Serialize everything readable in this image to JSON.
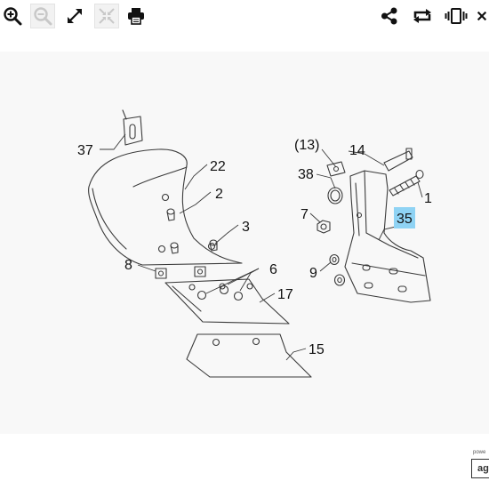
{
  "toolbar": {
    "left": [
      {
        "name": "zoom-in",
        "icon": "zoom-in-icon",
        "enabled": true
      },
      {
        "name": "zoom-out",
        "icon": "zoom-out-icon",
        "enabled": false
      },
      {
        "name": "fullscreen",
        "icon": "expand-icon",
        "enabled": true
      },
      {
        "name": "fit",
        "icon": "fit-icon",
        "enabled": false
      },
      {
        "name": "print",
        "icon": "print-icon",
        "enabled": true
      }
    ],
    "right": [
      {
        "name": "share",
        "icon": "share-icon",
        "enabled": true
      },
      {
        "name": "rotate",
        "icon": "rotate-icon",
        "enabled": true
      },
      {
        "name": "vibrate",
        "icon": "vibrate-icon",
        "enabled": true
      },
      {
        "name": "close",
        "icon": "close-icon",
        "enabled": true
      }
    ]
  },
  "diagram": {
    "highlight_color": "#8fd3f4",
    "labels": {
      "p37": "37",
      "p22": "22",
      "p2": "2",
      "p3": "3",
      "p8": "8",
      "p6": "6",
      "p17": "17",
      "p15": "15",
      "p13": "(13)",
      "p14": "14",
      "p38": "38",
      "p1": "1",
      "p7": "7",
      "p35": "35",
      "p9": "9"
    }
  },
  "footer": {
    "powered_text": "powe",
    "badge_text": "ag"
  }
}
